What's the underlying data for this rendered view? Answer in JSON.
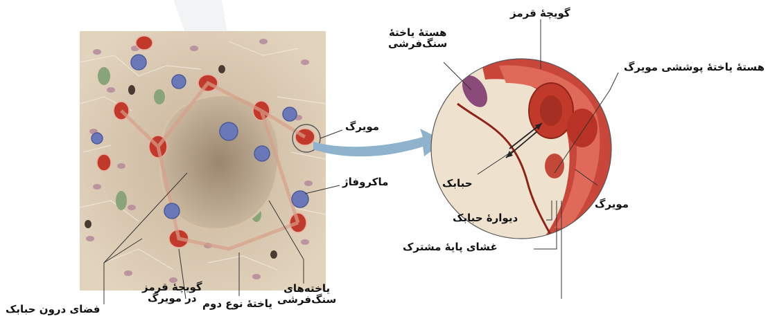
{
  "labels": {
    "red_blood_cell_top": "گویچهٔ قرمز",
    "squamous_nucleus": [
      "هستهٔ یاختهٔ",
      "سنگ‌فرشی"
    ],
    "endothelial_nucleus": "هستهٔ یاختهٔ پوششی مویرگ",
    "capillary_left": "مویرگ",
    "macrophage": "ماکروفاژ",
    "alveolus": "حبابک",
    "capillary_right": "مویرگ",
    "alveolar_wall": "دیوارهٔ حبابک",
    "basement_membrane": "غشای پایهٔ مشترک",
    "squamous_cells": [
      "یاخته‌های",
      "سنگ‌فرشی"
    ],
    "type2_cell": "یاختهٔ نوع دوم",
    "rbc_in_capillary": [
      "گویچهٔ قرمز",
      "در مویرگ"
    ],
    "alveolar_space": "فضای درون حبابک"
  },
  "colors": {
    "tissue": "#d8c7b0",
    "capillary_red": "#c0392b",
    "macrophage_blue": "#6b78b8",
    "arrow_blue": "#8fb3cc"
  }
}
